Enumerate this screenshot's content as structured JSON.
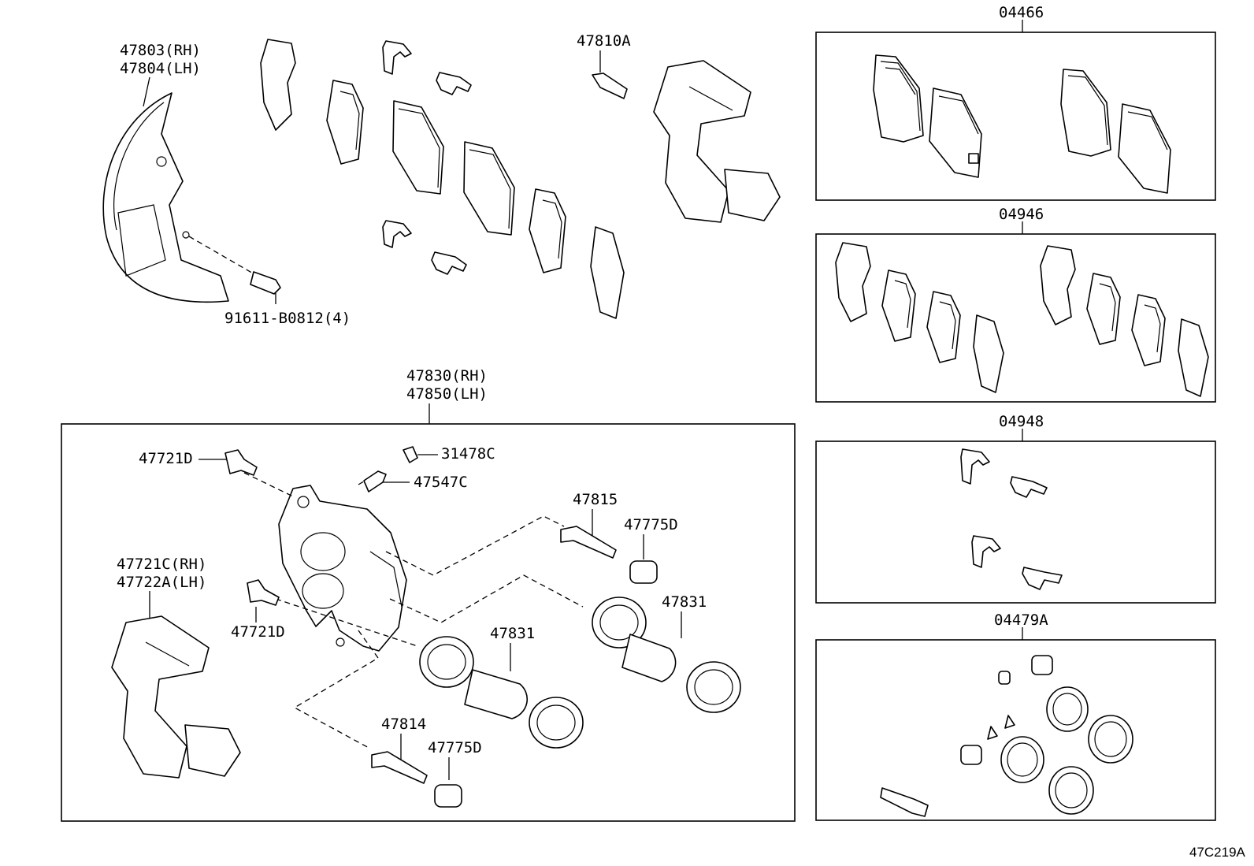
{
  "diagram_code": "47C219A",
  "callouts": {
    "dust_cover_rh": "47803(RH)",
    "dust_cover_lh": "47804(LH)",
    "bolt_91611": "91611-B0812(4)",
    "bolt_47810a": "47810A",
    "caliper_rh": "47830(RH)",
    "caliper_lh": "47850(LH)",
    "bleeder_31478c": "31478C",
    "bleeder_47547c": "47547C",
    "bolt_47721d_top": "47721D",
    "bolt_47721d_mid": "47721D",
    "pin_47815": "47815",
    "boot_47775d_top": "47775D",
    "piston_47831_right": "47831",
    "piston_47831_left": "47831",
    "pin_47814": "47814",
    "boot_47775d_bottom": "47775D",
    "mounting_rh": "47721C(RH)",
    "mounting_lh": "47722A(LH)"
  },
  "kits": [
    {
      "code": "04466"
    },
    {
      "code": "04946"
    },
    {
      "code": "04948"
    },
    {
      "code": "04479A"
    }
  ]
}
